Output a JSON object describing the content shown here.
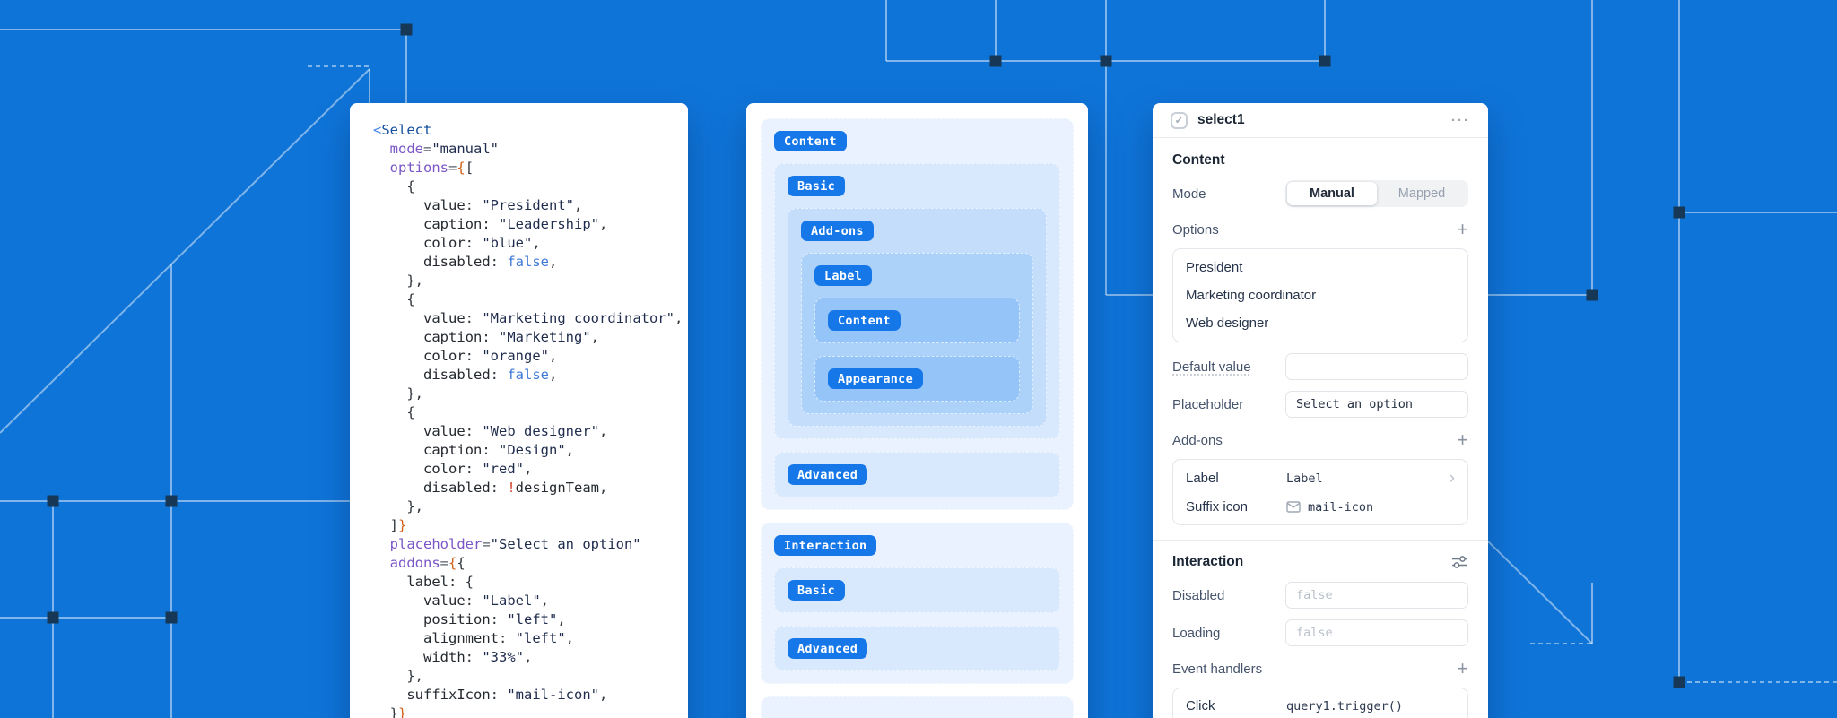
{
  "colors": {
    "background": "#0f74d8",
    "accent": "#1677e8",
    "node": "#173756",
    "panel": "#ffffff"
  },
  "code": {
    "lines": [
      [
        [
          "t-tagb",
          "<"
        ],
        [
          "t-tag",
          "Select"
        ]
      ],
      [
        [
          "t-pl",
          "  "
        ],
        [
          "t-attr",
          "mode"
        ],
        [
          "t-eq",
          "="
        ],
        [
          "t-str",
          "\"manual\""
        ]
      ],
      [
        [
          "t-pl",
          "  "
        ],
        [
          "t-attr",
          "options"
        ],
        [
          "t-eq",
          "="
        ],
        [
          "t-jx",
          "{"
        ],
        [
          "t-pn",
          "["
        ]
      ],
      [
        [
          "t-pl",
          "    "
        ],
        [
          "t-pn",
          "{"
        ]
      ],
      [
        [
          "t-pl",
          "      "
        ],
        [
          "t-key",
          "value"
        ],
        [
          "t-pn",
          ": "
        ],
        [
          "t-str",
          "\"President\""
        ],
        [
          "t-pn",
          ","
        ]
      ],
      [
        [
          "t-pl",
          "      "
        ],
        [
          "t-key",
          "caption"
        ],
        [
          "t-pn",
          ": "
        ],
        [
          "t-str",
          "\"Leadership\""
        ],
        [
          "t-pn",
          ","
        ]
      ],
      [
        [
          "t-pl",
          "      "
        ],
        [
          "t-key",
          "color"
        ],
        [
          "t-pn",
          ": "
        ],
        [
          "t-str",
          "\"blue\""
        ],
        [
          "t-pn",
          ","
        ]
      ],
      [
        [
          "t-pl",
          "      "
        ],
        [
          "t-key",
          "disabled"
        ],
        [
          "t-pn",
          ": "
        ],
        [
          "t-kw",
          "false"
        ],
        [
          "t-pn",
          ","
        ]
      ],
      [
        [
          "t-pl",
          "    "
        ],
        [
          "t-pn",
          "},"
        ]
      ],
      [
        [
          "t-pl",
          "    "
        ],
        [
          "t-pn",
          "{"
        ]
      ],
      [
        [
          "t-pl",
          "      "
        ],
        [
          "t-key",
          "value"
        ],
        [
          "t-pn",
          ": "
        ],
        [
          "t-str",
          "\"Marketing coordinator\""
        ],
        [
          "t-pn",
          ","
        ]
      ],
      [
        [
          "t-pl",
          "      "
        ],
        [
          "t-key",
          "caption"
        ],
        [
          "t-pn",
          ": "
        ],
        [
          "t-str",
          "\"Marketing\""
        ],
        [
          "t-pn",
          ","
        ]
      ],
      [
        [
          "t-pl",
          "      "
        ],
        [
          "t-key",
          "color"
        ],
        [
          "t-pn",
          ": "
        ],
        [
          "t-str",
          "\"orange\""
        ],
        [
          "t-pn",
          ","
        ]
      ],
      [
        [
          "t-pl",
          "      "
        ],
        [
          "t-key",
          "disabled"
        ],
        [
          "t-pn",
          ": "
        ],
        [
          "t-kw",
          "false"
        ],
        [
          "t-pn",
          ","
        ]
      ],
      [
        [
          "t-pl",
          "    "
        ],
        [
          "t-pn",
          "},"
        ]
      ],
      [
        [
          "t-pl",
          "    "
        ],
        [
          "t-pn",
          "{"
        ]
      ],
      [
        [
          "t-pl",
          "      "
        ],
        [
          "t-key",
          "value"
        ],
        [
          "t-pn",
          ": "
        ],
        [
          "t-str",
          "\"Web designer\""
        ],
        [
          "t-pn",
          ","
        ]
      ],
      [
        [
          "t-pl",
          "      "
        ],
        [
          "t-key",
          "caption"
        ],
        [
          "t-pn",
          ": "
        ],
        [
          "t-str",
          "\"Design\""
        ],
        [
          "t-pn",
          ","
        ]
      ],
      [
        [
          "t-pl",
          "      "
        ],
        [
          "t-key",
          "color"
        ],
        [
          "t-pn",
          ": "
        ],
        [
          "t-str",
          "\"red\""
        ],
        [
          "t-pn",
          ","
        ]
      ],
      [
        [
          "t-pl",
          "      "
        ],
        [
          "t-key",
          "disabled"
        ],
        [
          "t-pn",
          ": "
        ],
        [
          "t-neg",
          "!"
        ],
        [
          "t-var",
          "designTeam"
        ],
        [
          "t-pn",
          ","
        ]
      ],
      [
        [
          "t-pl",
          "    "
        ],
        [
          "t-pn",
          "},"
        ]
      ],
      [
        [
          "t-pl",
          "  "
        ],
        [
          "t-pn",
          "]"
        ],
        [
          "t-jx",
          "}"
        ]
      ],
      [
        [
          "t-pl",
          "  "
        ],
        [
          "t-attr",
          "placeholder"
        ],
        [
          "t-eq",
          "="
        ],
        [
          "t-str",
          "\"Select an option\""
        ]
      ],
      [
        [
          "t-pl",
          "  "
        ],
        [
          "t-attr",
          "addons"
        ],
        [
          "t-eq",
          "="
        ],
        [
          "t-jx",
          "{"
        ],
        [
          "t-pn",
          "{"
        ]
      ],
      [
        [
          "t-pl",
          "    "
        ],
        [
          "t-key",
          "label"
        ],
        [
          "t-pn",
          ": {"
        ]
      ],
      [
        [
          "t-pl",
          "      "
        ],
        [
          "t-key",
          "value"
        ],
        [
          "t-pn",
          ": "
        ],
        [
          "t-str",
          "\"Label\""
        ],
        [
          "t-pn",
          ","
        ]
      ],
      [
        [
          "t-pl",
          "      "
        ],
        [
          "t-key",
          "position"
        ],
        [
          "t-pn",
          ": "
        ],
        [
          "t-str",
          "\"left\""
        ],
        [
          "t-pn",
          ","
        ]
      ],
      [
        [
          "t-pl",
          "      "
        ],
        [
          "t-key",
          "alignment"
        ],
        [
          "t-pn",
          ": "
        ],
        [
          "t-str",
          "\"left\""
        ],
        [
          "t-pn",
          ","
        ]
      ],
      [
        [
          "t-pl",
          "      "
        ],
        [
          "t-key",
          "width"
        ],
        [
          "t-pn",
          ": "
        ],
        [
          "t-str",
          "\"33%\""
        ],
        [
          "t-pn",
          ","
        ]
      ],
      [
        [
          "t-pl",
          "    "
        ],
        [
          "t-pn",
          "},"
        ]
      ],
      [
        [
          "t-pl",
          "    "
        ],
        [
          "t-key",
          "suffixIcon"
        ],
        [
          "t-pn",
          ": "
        ],
        [
          "t-str",
          "\"mail-icon\""
        ],
        [
          "t-pn",
          ","
        ]
      ],
      [
        [
          "t-pl",
          "  "
        ],
        [
          "t-pn",
          "}"
        ],
        [
          "t-jx",
          "}"
        ]
      ]
    ]
  },
  "tree": {
    "sections": [
      {
        "label": "Content",
        "children": [
          {
            "label": "Basic",
            "children": [
              {
                "label": "Add-ons",
                "children": [
                  {
                    "label": "Label",
                    "children": [
                      {
                        "label": "Content",
                        "children": []
                      },
                      {
                        "label": "Appearance",
                        "children": []
                      }
                    ]
                  }
                ]
              }
            ]
          },
          {
            "label": "Advanced",
            "children": []
          }
        ]
      },
      {
        "label": "Interaction",
        "children": [
          {
            "label": "Basic",
            "children": []
          },
          {
            "label": "Advanced",
            "children": []
          }
        ]
      },
      {
        "label": "",
        "stub": true,
        "children": []
      }
    ]
  },
  "inspector": {
    "title": "select1",
    "menu_label": "···",
    "check_glyph": "✓",
    "section_content": "Content",
    "mode": {
      "label": "Mode",
      "options": [
        "Manual",
        "Mapped"
      ],
      "selected": "Manual"
    },
    "options": {
      "label": "Options",
      "add_label": "+",
      "items": [
        "President",
        "Marketing coordinator",
        "Web designer"
      ]
    },
    "default_value": {
      "label": "Default value",
      "value": ""
    },
    "placeholder": {
      "label": "Placeholder",
      "value": "Select an option"
    },
    "addons": {
      "label": "Add-ons",
      "add_label": "+",
      "rows": [
        {
          "name": "Label",
          "value": "Label",
          "chevron": "›"
        },
        {
          "name": "Suffix icon",
          "value": "mail-icon"
        }
      ]
    },
    "section_interaction": "Interaction",
    "disabled": {
      "label": "Disabled",
      "placeholder": "false"
    },
    "loading": {
      "label": "Loading",
      "placeholder": "false"
    },
    "event_handlers": {
      "label": "Event handlers",
      "add_label": "+",
      "rows": [
        {
          "name": "Click",
          "value": "query1.trigger()"
        }
      ]
    }
  }
}
